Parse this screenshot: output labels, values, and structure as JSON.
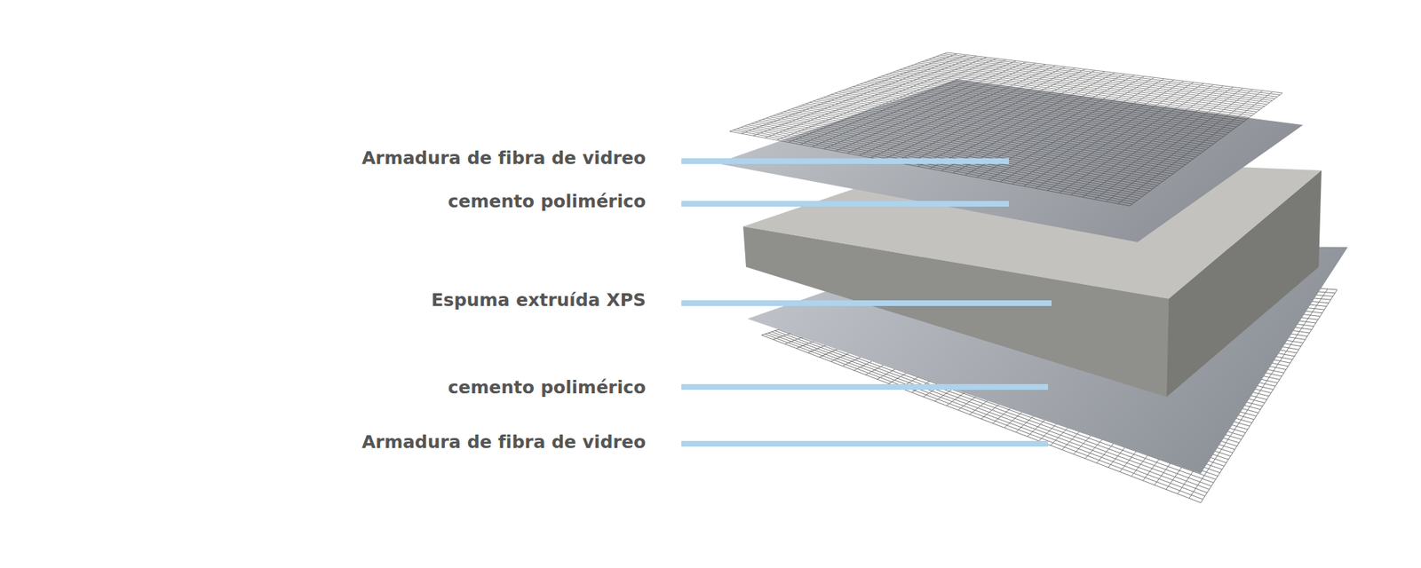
{
  "diagram": {
    "labels": [
      "Armadura de fibra de vidreo",
      "cemento polimérico",
      "Espuma extruída XPS",
      "cemento polimérico",
      "Armadura de fibra de vidreo"
    ]
  }
}
